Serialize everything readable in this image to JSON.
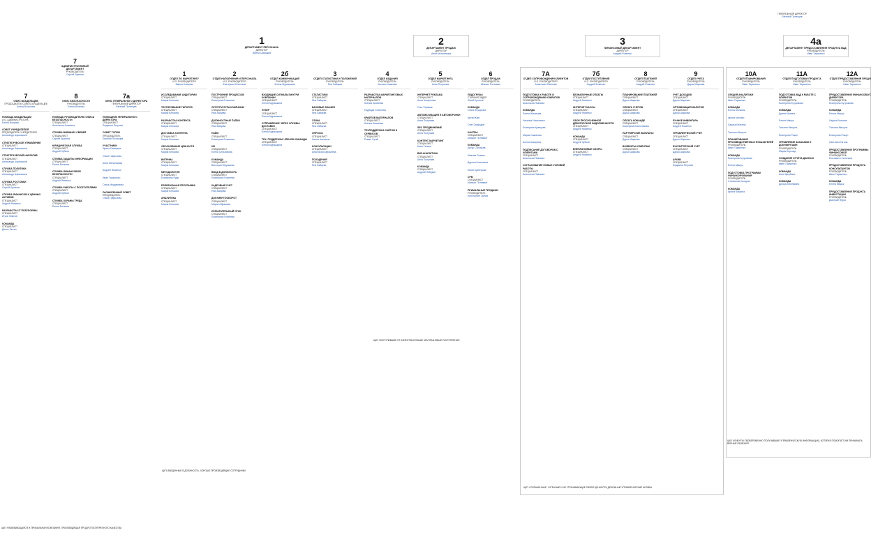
{
  "director": {
    "title": "ГЕНЕРАЛЬНЫЙ ДИРЕКТОР",
    "name": "Евгений Полянцев"
  },
  "admin": {
    "num": "7",
    "title": "АДМИНИСТРАТИВНЫЙ ДЕПАРТАМЕНТ",
    "role": "РУКОВОДИТЕЛЬ",
    "name": "Сергей Чуватов"
  },
  "divisions": [
    {
      "num": "1",
      "title": "ДЕПАРТАМЕНТ ПЕРСОНАЛА",
      "role": "ДИРЕКТОР",
      "name": "Ирина Савицкая"
    },
    {
      "num": "2",
      "title": "ДЕПАРТАМЕНТ ПРОДАЖ",
      "role": "ДИРЕКТОР",
      "name": "Анна Мельникова"
    },
    {
      "num": "3",
      "title": "ФИНАНСОВЫЙ ДЕПАРТАМЕНТ",
      "role": "ДИРЕКТОР",
      "name": "Андрей Фоменко"
    },
    {
      "num": "4а",
      "title": "ДЕПАРТАМЕНТ ПРЕДОСТАВЛЕНИЯ ПРОДУКТА ВЦД",
      "role": "РУКОВОДИТЕЛЬ",
      "name": "Иван Тарасенко"
    }
  ],
  "adminCols": [
    {
      "num": "7",
      "title": "ОФИС ВЛАДЕЛЬЦЕВ",
      "role": "ПРЕДСЕДАТЕЛЬ СОВЕТА ВЛАДЕЛЬЦЕВ",
      "name": "Алена Вольнова",
      "items": [
        {
          "t": "ПОМОЩЬ ВЛАДЕЛЬЦАМ",
          "s": "И.О. АДМИНИСТРАТОРА",
          "n": "Елена Волкова"
        },
        {
          "t": "СОВЕТ УЧРЕДИТЕЛЕЙ",
          "s": "ПРЕДСЕДАТЕЛЬ УЧРЕДИТЕЛЕЙ",
          "n": "Александр Афанасьев"
        },
        {
          "t": "СТРАТЕГИЧЕСКОЕ УПРАВЛЕНИЕ",
          "s": "СПЕЦИАЛИСТ",
          "n": "Александр Афанасьев"
        },
        {
          "t": "СТРАТЕГИЧЕСКИЙ НАРРАТИВ",
          "s": "СПЕЦИАЛИСТ",
          "n": "Александр Афанасьев"
        },
        {
          "t": "СЛУЖБА ПОЛИТИКИ",
          "s": "СПЕЦИАЛИСТ",
          "n": "Александр Афанасьев"
        },
        {
          "t": "СЛУЖБА РОСТОВКИ",
          "s": "СПЕЦИАЛИСТ",
          "n": "Сергей Краснов"
        },
        {
          "t": "СЛУЖБА ФИНАНСОВ И ЦЕННЫХ АКТИВОВ",
          "s": "СПЕЦИАЛИСТ",
          "n": "Андрей Фоменко"
        },
        {
          "t": "РАЗРАБОТКА IT ПЛАТФОРМЫ",
          "s": "СПЕЦИАЛИСТ",
          "n": "Игорь Павлов"
        },
        {
          "t": "КОМАНДА",
          "s": "СПЕЦИАЛИСТ",
          "n": "Денис Лютин"
        }
      ]
    },
    {
      "num": "8",
      "title": "ОФИС БЕЗОПАСНОСТИ",
      "role": "РУКОВОДИТЕЛЬ",
      "name": "Елена Волкова",
      "items": [
        {
          "t": "ПОМОЩЬ РУКОВОДИТЕЛЮ ОФИСА БЕЗОПАСНОСТИ",
          "s": "СПЕЦИАЛИСТ",
          "n": "Анастасия Алешина"
        },
        {
          "t": "СЛУЖБА ВНЕШНИХ СВЯЗЕЙ",
          "s": "СПЕЦИАЛИСТ",
          "n": "Сергей Краснов"
        },
        {
          "t": "ЮРИДИЧЕСКАЯ СЛУЖБА",
          "s": "СПЕЦИАЛИСТ",
          "n": "Андрей Зубков"
        },
        {
          "t": "СЛУЖБА ЗАЩИТЫ ИНФОРМАЦИИ",
          "s": "СПЕЦИАЛИСТ",
          "n": "Елена Волкова"
        },
        {
          "t": "СЛУЖБА ФИНАНСОВОЙ БЕЗОПАСНОСТИ",
          "s": "СПЕЦИАЛИСТ",
          "n": "Андрей Фоменко"
        },
        {
          "t": "СЛУЖБА РАБОТЫ С ПОСЕТИТЕЛЯМИ",
          "s": "СПЕЦИАЛИСТ",
          "n": "Андрей Зубков"
        },
        {
          "t": "СЛУЖБА ОХРАНЫ ТРУДА",
          "s": "СПЕЦИАЛИСТ",
          "n": "Елена Волкова"
        }
      ]
    },
    {
      "num": "7a",
      "title": "ОФИС ГЕНЕРАЛЬНОГО ДИРЕКТОРА",
      "role": "ГЕНЕРАЛЬНЫЙ ДИРЕКТОР",
      "name": "Евгений Полянцев",
      "items": [
        {
          "t": "ПОМОЩНИК ГЕНЕРАЛЬНОГО ДИРЕКТОРА",
          "s": "СПЕЦИАЛИСТ",
          "n": "Людмила Петрова"
        },
        {
          "t": "СОВЕТ ТОПОВ",
          "s": "ПРЕДСЕДАТЕЛЬ",
          "n": "Евгений Полянцев"
        },
        {
          "t": "УЧАСТНИКИ",
          "s": "",
          "n": "Ирина Савицкая"
        },
        {
          "t": "",
          "s": "",
          "n": "Ольга Гаврилова"
        },
        {
          "t": "",
          "s": "",
          "n": "Анна Мельникова"
        },
        {
          "t": "",
          "s": "",
          "n": "Андрей Фоменко"
        },
        {
          "t": "",
          "s": "",
          "n": "Иван Тарасенко"
        },
        {
          "t": "",
          "s": "",
          "n": "Ольга Мордвинова"
        },
        {
          "t": "РАСШИРЕННЫЙ СОВЕТ",
          "s": "ПРЕДСЕДАТЕЛЬ",
          "n": "Ольга Гаврилова"
        }
      ]
    }
  ],
  "deptCols": [
    {
      "num": "1",
      "title": "ОТДЕЛ ПО МАРКЕТИНГУ",
      "role": "И.О. РУКОВОДИТЕЛЯ",
      "name": "Мария Клюкова",
      "items": [
        {
          "t": "ИССЛЕДОВАНИЕ АУДИТОРИИ",
          "s": "СПЕЦИАЛИСТ",
          "n": "Мария Клюкова"
        },
        {
          "t": "ТЕСТИРОВАНИЕ ГИПОТЕЗ",
          "s": "СПЕЦИАЛИСТ",
          "n": "Мария Клюкова"
        },
        {
          "t": "РАЗРАБОТКА КОНТЕНТА",
          "s": "СПЕЦИАЛИСТ",
          "n": "Мария Клюкова"
        },
        {
          "t": "ДОСТАВКА КОНТЕНТА",
          "s": "СПЕЦИАЛИСТ",
          "n": "Мария Клюкова"
        },
        {
          "t": "ОБОСНОВАНИЕ ЦЕННОСТИ",
          "s": "СПЕЦИАЛИСТ",
          "n": "Мария Клюкова"
        },
        {
          "t": "ВИТРИНА",
          "s": "СПЕЦИАЛИСТ",
          "n": "Мария Клюкова"
        },
        {
          "t": "МЕТОДОЛОГИЯ",
          "s": "СПЕЦИАЛИСТ",
          "n": "Екатерина Руди"
        },
        {
          "t": "РЕФЕРАЛЬНАЯ ПРОГРАММА",
          "s": "СПЕЦИАЛИСТ",
          "n": "Мария Клюкова"
        },
        {
          "t": "АНАЛИТИКА",
          "s": "СПЕЦИАЛИСТ",
          "n": "Мария Клюкова"
        }
      ]
    },
    {
      "num": "2",
      "title": "ОТДЕЛ НАПОЛНЕНИЯ И ПЕРСОНАЛА",
      "role": "И.О. РУКОВОДИТЕЛЯ",
      "name": "Екатерина Елисеева",
      "items": [
        {
          "t": "ПОСТРОЕНИЕ ПРОЦЕССОВ",
          "s": "СПЕЦИАЛИСТ",
          "n": "Екатерина Елисеева"
        },
        {
          "t": "ОРГСТРУКТУРА КОМПАНИИ",
          "s": "СПЕЦИАЛИСТ",
          "n": "Яна Зайцева"
        },
        {
          "t": "ДОЛЖНОСТНЫЕ ПАПКИ",
          "s": "СПЕЦИАЛИСТ",
          "n": "Яна Зайцева"
        },
        {
          "t": "НАЙМ",
          "s": "СПЕЦИАЛИСТ",
          "n": "Екатерина Елисеева"
        },
        {
          "t": "HR",
          "s": "СПЕЦИАЛИСТ",
          "n": "Елена Сельникова"
        },
        {
          "t": "КОМАНДА",
          "s": "СПЕЦИАЛИСТ",
          "n": "Виктория Юрушкина"
        },
        {
          "t": "ВВОД В ДОЛЖНОСТЬ",
          "s": "СПЕЦИАЛИСТ",
          "n": "Екатерина Елисеева"
        },
        {
          "t": "КАДРОВЫЙ УЧЕТ",
          "s": "СПЕЦИАЛИСТ",
          "n": "Яна Зайцева"
        },
        {
          "t": "ДОКУМЕНТООБОРОТ",
          "s": "СПЕЦИАЛИСТ",
          "n": "Мария Абрамова"
        },
        {
          "t": "ИСПЫТАТЕЛЬНЫЙ СРОК",
          "s": "СПЕЦИАЛИСТ",
          "n": "Екатерина Елисеева"
        }
      ]
    },
    {
      "num": "2б",
      "title": "ОТДЕЛ КОММУНИКАЦИЙ",
      "role": "РУКОВОДИТЕЛЬ",
      "name": "Елена Мурашкина",
      "items": [
        {
          "t": "ВХОДЯЩИЕ СИГНАЛЫ ВНУТРИ КОМПАНИИ",
          "s": "СПЕЦИАЛИСТ",
          "n": "Елена Мурашкина"
        },
        {
          "t": "ЛУЗЕР",
          "s": "СПЕЦИАЛИСТ",
          "n": "Елена Мурашкина"
        },
        {
          "t": "ОТПРАВЛЕНИЕ ЧЕРЕЗ СЛУЖБЫ ДОСТАВКИ",
          "s": "СПЕЦИАЛИСТ",
          "n": "Елена Мурашкина"
        },
        {
          "t": "ТЕХ. ПОДДЕРЖКА ЧЛЕНОВ КОМАНДЫ",
          "s": "СПЕЦИАЛИСТ",
          "n": "Елена Мурашкина"
        }
      ]
    },
    {
      "num": "3",
      "title": "ОТДЕЛ СТАТИСТИКИ И ПОЛОЖЕНИЙ",
      "role": "РУКОВОДИТЕЛЬ",
      "name": "Яна Зайцева",
      "items": [
        {
          "t": "СТАТИСТИКИ",
          "s": "СПЕЦИАЛИСТ",
          "n": "Яна Зайцева"
        },
        {
          "t": "БАЗОВЫЕ ЗНАНИЯ",
          "s": "СПЕЦИАЛИСТ",
          "n": "Яна Зайцева"
        },
        {
          "t": "ЭТИКА",
          "s": "СПЕЦИАЛИСТ",
          "n": "Яна Зайцева"
        },
        {
          "t": "ОПРОСЫ",
          "s": "СПЕЦИАЛИСТ",
          "n": "Алина Алешина"
        },
        {
          "t": "КОНСУЛЬТАЦИИ",
          "s": "СПЕЦИАЛИСТ",
          "n": "Анастасия Шершнева"
        },
        {
          "t": "ПОХОДЕНИЯ",
          "s": "СПЕЦИАЛИСТ",
          "n": "Яна Зайцева"
        }
      ]
    },
    {
      "num": "4",
      "title": "ОТДЕЛ ИЗДАНИЯ",
      "role": "РУКОВОДИТЕЛЬ",
      "name": "Ксения Аникеева",
      "items": [
        {
          "t": "РАЗРАБОТКА МАРКЕТИНГОВЫХ МАТЕРИАЛОВ",
          "s": "СПЕЦИАЛИСТ",
          "n": "Ксения Аникеева"
        },
        {
          "t": "",
          "s": "",
          "n": "Надежда Соболева"
        },
        {
          "t": "КРАФТОВ МАТЕРИАЛОВ",
          "s": "СПЕЦИАЛИСТ",
          "n": "Ксения Аникеева"
        },
        {
          "t": "ТЕХПОДДЕРЖКА САЙТОВ И СЕРВИСОВ",
          "s": "СПЕЦИАЛИСТ",
          "n": "Роман Сугай"
        }
      ]
    },
    {
      "num": "5",
      "title": "ОТДЕЛ МАРКЕТИНГА",
      "role": "РУКОВОДИТЕЛЬ",
      "name": "Анна Полунова",
      "items": [
        {
          "t": "ИНТЕРНЕТ РЕКЛАМА",
          "s": "СПЕЦИАЛИСТ",
          "n": "Анна Агафонова"
        },
        {
          "t": "",
          "s": "",
          "n": "Олег Ефимов"
        },
        {
          "t": "АВТОМАТИЗАЦИЯ И АВТОВОРОНКИ",
          "s": "СПЕЦИАЛИСТ",
          "n": "Анна Полунова"
        },
        {
          "t": "SEO ПРОДВИЖЕНИЕ",
          "s": "СПЕЦИАЛИСТ",
          "n": "Анна Полунова"
        },
        {
          "t": "КОНТЕНТ-МАРКЕТИНГ",
          "s": "СПЕЦИАЛИСТ",
          "n": "Илья Галкин"
        },
        {
          "t": "ВКЕ-АНАЛИТИКА",
          "s": "СПЕЦИАЛИСТ",
          "n": "Анна Полунова"
        },
        {
          "t": "КОМАНДА",
          "s": "СПЕЦИАЛИСТ",
          "n": "Андрей Лебедев"
        }
      ]
    },
    {
      "num": "6",
      "title": "ОТДЕЛ ПРОДАЖ",
      "role": "РУКОВОДИТЕЛЬ",
      "name": "Михаил Потемкин",
      "items": [
        {
          "t": "ЛИДОГРУЗЫ",
          "s": "СТАРШИЙ ЛИДЕР",
          "n": "Юрий Кутепов"
        },
        {
          "t": "КОМАНДА",
          "s": "",
          "n": "Ольга Федорова"
        },
        {
          "t": "",
          "s": "",
          "n": "Артем Ким"
        },
        {
          "t": "",
          "s": "",
          "n": "Олег Свиридов"
        },
        {
          "t": "КАНТРЫ",
          "s": "СПЕЦИАЛИСТ",
          "n": "Михаил Потемкин"
        },
        {
          "t": "КОМАНДА",
          "s": "",
          "n": "Артур Соловьев"
        },
        {
          "t": "",
          "s": "",
          "n": "Максим Ложкин"
        },
        {
          "t": "",
          "s": "",
          "n": "Дарина Конышева"
        },
        {
          "t": "",
          "s": "",
          "n": "Юлия Кузнецова"
        },
        {
          "t": "CPM",
          "s": "СПЕЦИАЛИСТ",
          "n": "Михаил Потемкин"
        },
        {
          "t": "ПРИМАЛЬНЫЕ ПРОДАЖИ",
          "s": "РУКОВОДИТЕЛЬ",
          "n": "Константин Орлов"
        }
      ]
    },
    {
      "num": "7А",
      "title": "ОТДЕЛ СОПРОВОЖДЕНИЯ КЛИЕНТОВ",
      "role": "И.О. РУКОВОДИТЕЛЯ",
      "name": "Анастасия Павлова",
      "items": [
        {
          "t": "ПОДГОТОВКА К РАБОТЕ И СОПРОВОЖДЕНИЮ КЛИЕНТОВ",
          "s": "РУКОВОДИТЕЛЬ",
          "n": "Анастасия Павлова"
        },
        {
          "t": "КОМАНДА",
          "s": "",
          "n": "Елена Жиганова"
        },
        {
          "t": "",
          "s": "",
          "n": "Наталья Ильюсенко"
        },
        {
          "t": "",
          "s": "",
          "n": "Екатерина Кравцова"
        },
        {
          "t": "",
          "s": "",
          "n": "Мария Савинова"
        },
        {
          "t": "",
          "s": "",
          "n": "Алена Козырева"
        },
        {
          "t": "ПОДПИСАНИЕ ДОГОВОРОВ С КЛИЕНТАМИ",
          "s": "СПЕЦИАЛИСТ",
          "n": "Анастасия Павлова"
        },
        {
          "t": "СОГЛАСОВАНИЕ НОВЫХ УСЛОВИЙ РАБОТЫ",
          "s": "СПЕЦИАЛИСТ",
          "n": "Анастасия Павлова"
        }
      ]
    },
    {
      "num": "7б",
      "title": "ОТДЕЛ ПОСТУПЛЕНИЙ",
      "role": "И.О. РУКОВОДИТЕЛЯ",
      "name": "Андрей Фоменко",
      "items": [
        {
          "t": "БЕЗНАЛИЧНЫЕ ОПЛАТЫ",
          "s": "СПЕЦИАЛИСТ",
          "n": "Андрей Фоменко"
        },
        {
          "t": "ИНТЕРНЕТ КАССЫ",
          "s": "СПЕЦИАЛИСТ",
          "n": "Андрей Фоменко"
        },
        {
          "t": "СБОР ПРОСРОЧЕННОЙ ДЕБИТОРСКОЙ ЗАДОЛЖЕННОСТИ",
          "s": "СПЕЦИАЛИСТ",
          "n": "Андрей Фоменко"
        },
        {
          "t": "КОМАНДА",
          "s": "СПЕЦИАЛИСТ",
          "n": "Андрей Зубков"
        },
        {
          "t": "ВНЕПЛАНОВЫЕ СБОРЫ",
          "s": "СПЕЦИАЛИСТ",
          "n": "Андрей Фоменко"
        }
      ]
    },
    {
      "num": "8",
      "title": "ОТДЕЛ ПЛАТЕЖЕЙ",
      "role": "РУКОВОДИТЕЛЬ",
      "name": "Андрей Фоменко",
      "items": [
        {
          "t": "ПЛАНИРОВАНИЕ ПЛАТЕЖЕЙ",
          "s": "СПЕЦИАЛИСТ",
          "n": "Дарья Шаркова"
        },
        {
          "t": "ОПЛАТА СЧЕТОВ",
          "s": "СПЕЦИАЛИСТ",
          "n": "Дарья Шаркова"
        },
        {
          "t": "ОПЛАТА КОМАНДЕ",
          "s": "СПЕЦИАЛИСТ",
          "n": "Екатерина Колесникова"
        },
        {
          "t": "ПАРТНЕРСКИЕ ВЫПЛАТЫ",
          "s": "СПЕЦИАЛИСТ",
          "n": "Дарья Шаркова"
        },
        {
          "t": "ВОЗВРАТЫ КЛИЕНТАМ",
          "s": "СПЕЦИАЛИСТ",
          "n": "Дарья Шаркова"
        }
      ]
    },
    {
      "num": "9",
      "title": "ОТДЕЛ УЧЕТА",
      "role": "РУКОВОДИТЕЛЬ",
      "name": "Дарья Шаркова",
      "items": [
        {
          "t": "УЧЕТ ДОХОДОВ",
          "s": "СПЕЦИАЛИСТ",
          "n": "Дарья Шаркова"
        },
        {
          "t": "ОПТИМИЗАЦИЯ НАЛОГОВ",
          "s": "СПЕЦИАЛИСТ",
          "n": "Дарья Шаркова"
        },
        {
          "t": "РУЧНОЕ ИНВЕНТАРЬ",
          "s": "СПЕЦИАЛИСТ",
          "n": "Андрей Фоменко"
        },
        {
          "t": "УПРАВЛЕНЧЕСКИЙ УЧЕТ",
          "s": "СПЕЦИАЛИСТ",
          "n": "Дарья Шаркова"
        },
        {
          "t": "БУХГАЛТЕРСКИЙ УЧЕТ",
          "s": "СПЕЦИАЛИСТ",
          "n": "Дарья Шаркова"
        },
        {
          "t": "АРХИВ",
          "s": "СПЕЦИАЛИСТ",
          "n": "Людмила Петрова"
        }
      ]
    },
    {
      "num": "10А",
      "title": "ОТДЕЛ ПЛАНИРОВАНИЯ",
      "role": "РУКОВОДИТЕЛЬ",
      "name": "Иван Тарасенко",
      "items": [
        {
          "t": "СЕКЦИЯ АНАЛИТИКИ",
          "s": "РУКОВОДИТЕЛЬ",
          "n": "Иван Тарасенко"
        },
        {
          "t": "КОМАНДА",
          "s": "",
          "n": "Елена Мельник"
        },
        {
          "t": "",
          "s": "",
          "n": "Ирина Миллер"
        },
        {
          "t": "",
          "s": "",
          "n": "Лариса Белкина"
        },
        {
          "t": "",
          "s": "",
          "n": "Татьяна Мишуль"
        },
        {
          "t": "ПЛАНИРОВАНИЕ ПРОИЗВОДСТВЕННЫХ ПОКАЗАТЕЛЕЙ",
          "s": "РУКОВОДИТЕЛЬ",
          "n": "Иван Тарасенко"
        },
        {
          "t": "КОМАНДА",
          "s": "",
          "n": "Екатерина Бутримова"
        },
        {
          "t": "",
          "s": "",
          "n": "Елена Мишук"
        },
        {
          "t": "ПОДГОТОВКА ПРОГРАММЫ ФИНАНСИРОВАНИЯ",
          "s": "РУКОВОДИТЕЛЬ",
          "n": "Станислав Сахаров"
        },
        {
          "t": "КОМАНДА",
          "s": "",
          "n": "Ирина Машина"
        }
      ]
    },
    {
      "num": "11А",
      "title": "ОТДЕЛ ПОДГОТОВКИ ПРОДУКТА",
      "role": "РУКОВОДИТЕЛЬ",
      "name": "Иван Тарасенко",
      "items": [
        {
          "t": "ПОДГОТОВКА ВЦД К РАБОТЕ С КЛИЕНТОМ",
          "s": "РУКОВОДИТЕЛЬ",
          "n": "Екатерина Бутримова"
        },
        {
          "t": "КОМАНДА",
          "s": "",
          "n": "Диана Малина"
        },
        {
          "t": "",
          "s": "",
          "n": "Елена Мишук"
        },
        {
          "t": "",
          "s": "",
          "n": "Татьяна Мишуль"
        },
        {
          "t": "",
          "s": "",
          "n": "Екатерина Рожун"
        },
        {
          "t": "УПРАВЛЕНИЕ ЗАКАЗАМИ И ДОКУМЕНТАМИ",
          "s": "РУКОВОДИТЕЛЬ",
          "n": "Мария Кортиад"
        },
        {
          "t": "СОЗДАНИЕ ОТЧЕТА ДАННЫХ",
          "s": "РУКОВОДИТЕЛЬ",
          "n": "Иван Тарасенко"
        },
        {
          "t": "КОМАНДА",
          "s": "",
          "n": "Анна Щербина"
        },
        {
          "t": "КОМАНДА",
          "s": "",
          "n": "Декоро Белейкина"
        }
      ]
    },
    {
      "num": "12А",
      "title": "ОТДЕЛ ПРЕДОСТАВЛЕНИЯ ПРОДУКТА",
      "role": "РУКОВОДИТЕЛЬ",
      "name": "Иван Тарасенко",
      "items": [
        {
          "t": "ПРЕДОСТАВЛЕНИЕ ФИНАНСОВОГО ДИРЕКТОРА",
          "s": "РУКОВОДИТЕЛЬ",
          "n": "Екатерина Бутримова"
        },
        {
          "t": "КОМАНДА",
          "s": "",
          "n": "Елена Мишук"
        },
        {
          "t": "",
          "s": "",
          "n": "Лариса Белкина"
        },
        {
          "t": "",
          "s": "",
          "n": "Татьяна Мишуль"
        },
        {
          "t": "",
          "s": "",
          "n": "Екатерина Рожун"
        },
        {
          "t": "",
          "s": "",
          "n": "Светлана Гагина"
        },
        {
          "t": "ПРЕДОСТАВЛЕНИЕ ПРОГРАММЫ ФИНАНСОВОЙ",
          "s": "РУКОВОДИТЕЛЬ",
          "n": "Елизавета Силенина"
        },
        {
          "t": "ПРЕДОСТАВЛЕНИЕ ПРОДУКТА КОНСУЛЬТАНТОВ",
          "s": "РУКОВОДИТЕЛЬ",
          "n": "Иван Тарасенко"
        },
        {
          "t": "КОМАНДА",
          "s": "",
          "n": "Елена Мишук"
        },
        {
          "t": "ПРЕДОСТАВЛЕНИЕ ПРОДУКТА ИНВЕСТИЦИИ",
          "s": "РУКОВОДИТЕЛЬ",
          "n": "Дмитрий Фурко"
        }
      ]
    }
  ],
  "goals": {
    "admin": "ЦКП: РАЗВИВАЮЩАЯСЯ И ПРИБЫЛЬНАЯ КОМПАНИЯ, ПРОИЗВОДЯЩАЯ ПРОДУКТ БЕЗУПРЕЧНОГО КАЧЕСТВА",
    "dept1": "ЦКП: ВВЕДЕННЫЕ В ДОЛЖНОСТЬ, ХОРОШО ПРОИЗВОДЯЩИЕ СОТРУДНИКИ",
    "dept2": "ЦКП: ПОСТУПИВШИЕ ОТ КЛИЕНТОВ БОЛЬШЕ ЧЕМ ПЛАНОВЫЕ ПОСТУПЛЕНИЯ",
    "dept3": "ЦКП: СОХРАНЕННЫЕ, УЧТЕННЫЕ И НЕ УТРАЧИВАЮЩИЕ СВОЕЙ ЦЕННОСТИ ДЕНЕЖНЫЕ УПРАВЛЕНЧЕСКИЕ АКТИВЫ",
    "dept4": "ЦКП: КЛИЕНТЫ СВОЕВРЕМЕННО ПОЛУЧИВШИЕ УПРАВЛЕНЧЕСКУЮ ИНФОРМАЦИЮ, КОТОРАЯ ПОМОГАЕТ ИМ ПРИНИМАТЬ ВЕРНЫЕ РЕШЕНИЯ"
  }
}
